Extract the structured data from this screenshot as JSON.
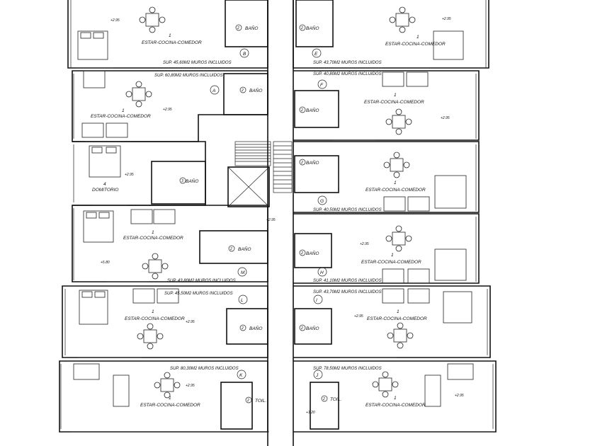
{
  "plan": {
    "units": [
      {
        "id": "B",
        "room": "ESTAR-COCINA-COMEDOR",
        "sup": "SUP. 45,60M2 MUROS INCLUIDOS",
        "bath": "BAÑO",
        "room_num": "1",
        "bath_num": "2",
        "level": "+2.95"
      },
      {
        "id": "E",
        "room": "ESTAR-COCINA-COMEDOR",
        "sup": "SUP. 43,70M2 MUROS INCLUIDOS",
        "bath": "BAÑO",
        "room_num": "1",
        "bath_num": "2",
        "level": "+2.95"
      },
      {
        "id": "A",
        "room": "ESTAR-COCINA-COMEDOR",
        "sup": "SUP. 60,80M2 MUROS INCLUIDOS",
        "bath": "BAÑO",
        "room_num": "1",
        "bath_num": "2",
        "level": "+2.95",
        "bath2": "BAÑO",
        "bath2_num": "3",
        "bedroom": "DOMITORIO",
        "bedroom_num": "4",
        "bedroom_level": "+2.95"
      },
      {
        "id": "F",
        "room": "ESTAR-COCINA-COMEDOR",
        "sup": "SUP. 40,80M2 MUROS INCLUIDOS",
        "bath": "BAÑO",
        "room_num": "1",
        "bath_num": "2",
        "level": "+2.95"
      },
      {
        "id": "G",
        "room": "ESTAR-COCINA-COMEDOR",
        "sup": "SUP. 40,50M2 MUROS INCLUIDOS",
        "bath": "BAÑO",
        "room_num": "1",
        "bath_num": "2"
      },
      {
        "id": "M",
        "room": "ESTAR-COCINA-COMEDOR",
        "sup": "SUP. 43,80M2 MUROS INCLUIDOS",
        "bath": "BAÑO",
        "room_num": "1",
        "bath_num": "2",
        "level": "+5.80"
      },
      {
        "id": "H",
        "room": "ESTAR-COCINA-COMEDOR",
        "sup": "SUP. 41,10M2 MUROS INCLUIDOS",
        "bath": "BAÑO",
        "room_num": "1",
        "bath_num": "2",
        "level": "+2.95"
      },
      {
        "id": "L",
        "room": "ESTAR-COCINA-COMEDOR",
        "sup": "SUP. 45,50M2 MUROS INCLUIDOS",
        "bath": "BAÑO",
        "room_num": "1",
        "bath_num": "2",
        "level": "+2.95"
      },
      {
        "id": "I",
        "room": "ESTAR-COCINA-COMEDOR",
        "sup": "SUP. 43,70M2 MUROS INCLUIDOS",
        "bath": "BAÑO",
        "room_num": "1",
        "bath_num": "2",
        "level": "+2.95"
      },
      {
        "id": "K",
        "room": "ESTAR-COCINA-COMEDOR",
        "sup": "SUP. 80,30M2 MUROS INCLUIDOS",
        "bath": "TOIL.",
        "room_num": "1",
        "bath_num": "2",
        "level": "+2.95"
      },
      {
        "id": "J",
        "room": "ESTAR-COCINA-COMEDOR",
        "sup": "SUP. 78,50M2 MUROS INCLUIDOS",
        "bath": "TOIL.",
        "room_num": "1",
        "bath_num": "2",
        "level": "+2.95",
        "level2": "+1.20"
      }
    ],
    "hall_level": "+2.95"
  }
}
